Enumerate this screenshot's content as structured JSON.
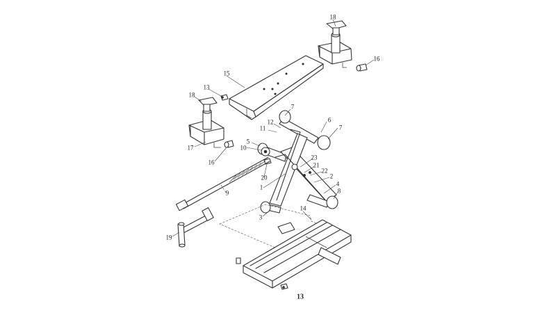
{
  "diagram": {
    "callouts": [
      {
        "id": "c18a",
        "label": "18"
      },
      {
        "id": "c16a",
        "label": "16"
      },
      {
        "id": "c15",
        "label": "15"
      },
      {
        "id": "c13a",
        "label": "13"
      },
      {
        "id": "c18b",
        "label": "18"
      },
      {
        "id": "c7a",
        "label": "7"
      },
      {
        "id": "c12",
        "label": "12"
      },
      {
        "id": "c6",
        "label": "6"
      },
      {
        "id": "c11",
        "label": "11"
      },
      {
        "id": "c7b",
        "label": "7"
      },
      {
        "id": "c5",
        "label": "5"
      },
      {
        "id": "c10",
        "label": "10"
      },
      {
        "id": "c17",
        "label": "17"
      },
      {
        "id": "c16b",
        "label": "16"
      },
      {
        "id": "c23",
        "label": "23"
      },
      {
        "id": "c21",
        "label": "21"
      },
      {
        "id": "c22",
        "label": "22"
      },
      {
        "id": "c20",
        "label": "20"
      },
      {
        "id": "c2",
        "label": "2"
      },
      {
        "id": "c1",
        "label": "1"
      },
      {
        "id": "c4",
        "label": "4"
      },
      {
        "id": "c9",
        "label": "9"
      },
      {
        "id": "c8",
        "label": "8"
      },
      {
        "id": "c14",
        "label": "14"
      },
      {
        "id": "c3",
        "label": "3"
      },
      {
        "id": "c19",
        "label": "19"
      },
      {
        "id": "c13b",
        "label": "13"
      }
    ]
  }
}
